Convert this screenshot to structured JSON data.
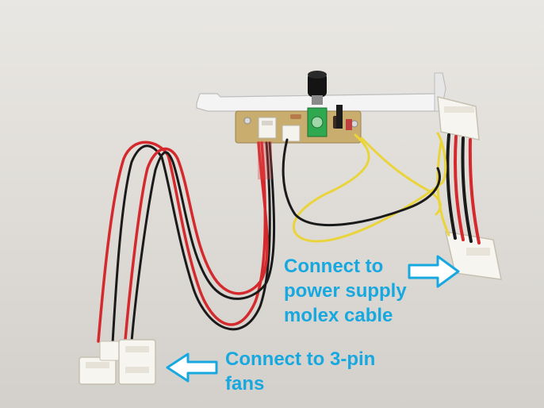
{
  "annotations": {
    "power_supply_label": [
      "Connect to",
      "power supply",
      "molex cable"
    ],
    "fans_label": [
      "Connect to 3-pin",
      "fans"
    ]
  },
  "colors": {
    "annotation_text": "#18a8e0",
    "arrow_fill": "#ffffff",
    "arrow_outline": "#18a8e0",
    "wire_red": "#d42a2e",
    "wire_black": "#1a1a1a",
    "wire_yellow": "#e9d43a",
    "bracket": "#f2f2f2",
    "pcb": "#c9ad6e",
    "potentiometer": "#2fa84f",
    "connector_white": "#f7f5ef"
  },
  "icons": {
    "psu_arrow": "arrow-right-icon",
    "fans_arrow": "arrow-left-icon"
  }
}
